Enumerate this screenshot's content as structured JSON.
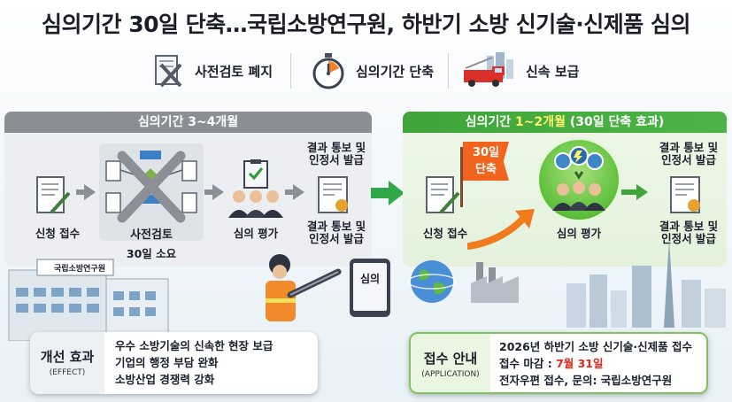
{
  "title": "심의기간 30일 단축…국립소방연구원, 하반기 소방 신기술·신제품 심의",
  "highlights": [
    {
      "icon": "document-x-icon",
      "label": "사전검토 폐지"
    },
    {
      "icon": "stopwatch-icon",
      "label": "심의기간 단축"
    },
    {
      "icon": "fire-truck-icon",
      "label": "신속 보급"
    }
  ],
  "before": {
    "header": "심의기간 3~4개월",
    "steps": [
      {
        "icon": "document-pen-icon",
        "label": "신청 접수"
      },
      {
        "icon": "flowchart-crossed-icon",
        "label": "사전검토",
        "note": "30일 소요"
      },
      {
        "icon": "reviewers-icon",
        "label": "심의 평가"
      },
      {
        "icon": "certificate-icon",
        "top_label": "결과 통보 및\n인정서 발급",
        "label": "결과 통보 및\n인정서 발급"
      }
    ]
  },
  "after": {
    "header_pre": "심의기간 ",
    "header_hl": "1~2개월",
    "header_post": " (30일 단축 효과)",
    "flag": "30일\n단축",
    "steps": [
      {
        "icon": "document-pen-icon",
        "label": "신청 접수"
      },
      {
        "icon": "reviewers-icon",
        "label": "심의 평가"
      },
      {
        "icon": "certificate-icon",
        "top_label": "결과 통보 및\n인정서 발급",
        "label": "결과 통보 및\n인정서 발급"
      }
    ]
  },
  "building_sign": "국립소방연구원",
  "tablet_label": "심의",
  "effect": {
    "title": "개선 효과",
    "subtitle": "(EFFECT)",
    "lines": [
      "우수 소방기술의 신속한 현장 보급",
      "기업의 행정 부담 완화",
      "소방산업 경쟁력 강화"
    ]
  },
  "apply": {
    "title": "접수 안내",
    "subtitle": "(APPLICATION)",
    "line1": "2026년 하반기 소방 신기술·신제품 접수",
    "deadline_label": "접수 마감 : ",
    "deadline_value": "7월 31일",
    "line3": "전자우편 접수, 문의: 국립소방연구원"
  },
  "colors": {
    "before_header": "#8a8f96",
    "after_header": "#3fa53a",
    "highlight_text": "#fff36a",
    "flag": "#f0641e",
    "deadline": "#e2261c"
  }
}
